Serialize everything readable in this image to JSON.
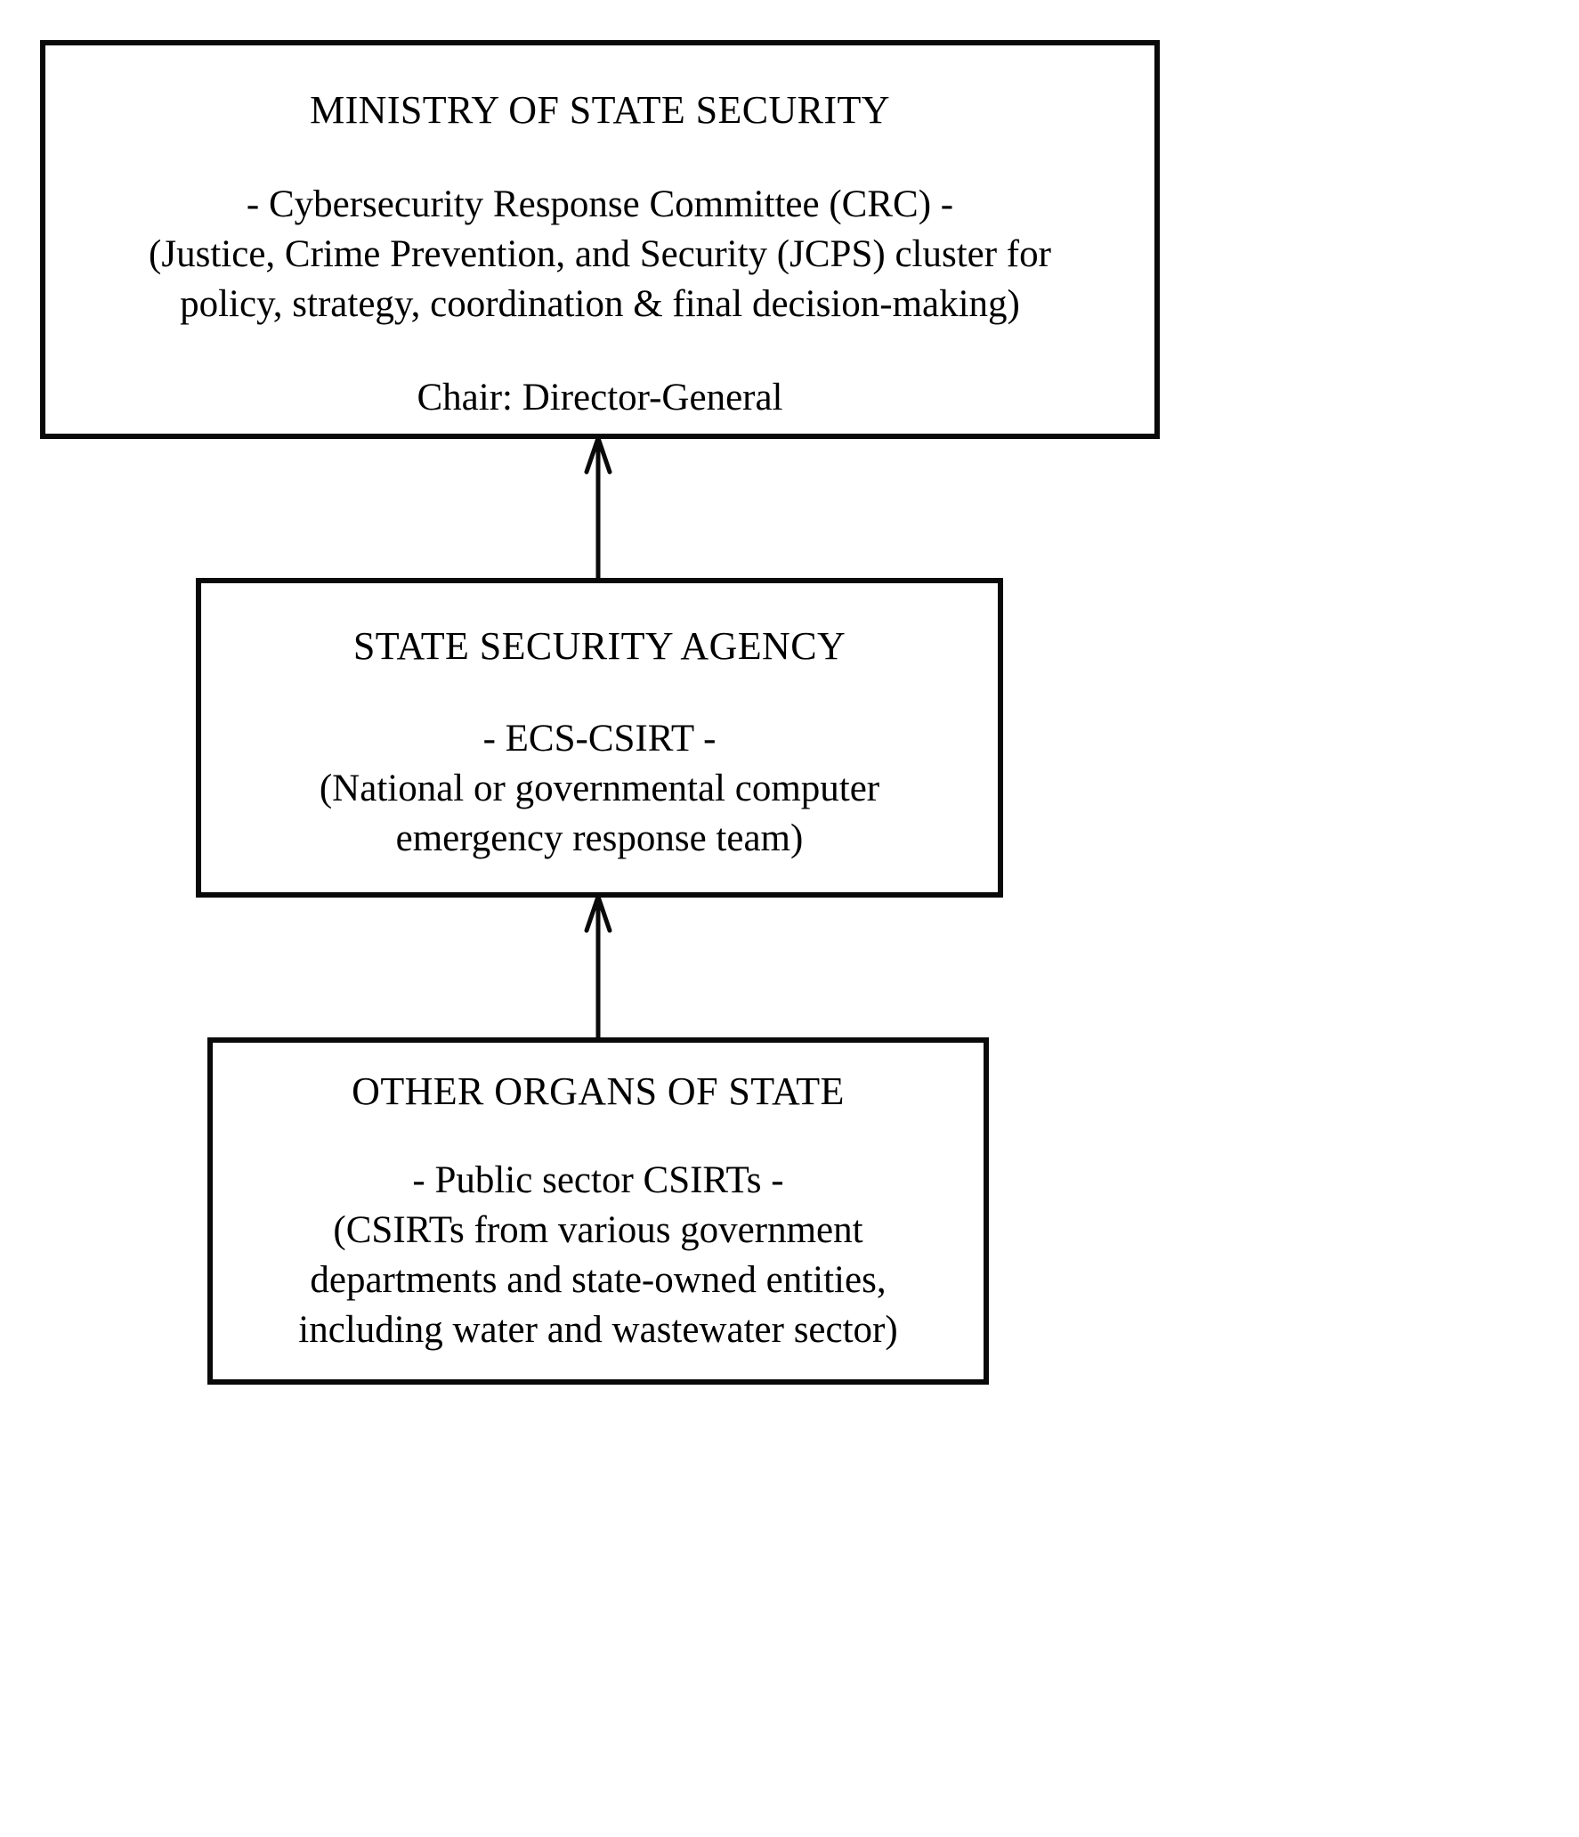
{
  "diagram": {
    "type": "hierarchy-flowchart",
    "orientation": "bottom-up",
    "background_color": "#ffffff",
    "line_color": "#0a0a0a",
    "text_color": "#000000",
    "nodes": [
      {
        "id": "ministry",
        "level": 1,
        "title": "MINISTRY OF STATE SECURITY",
        "body_lines": [
          "- Cybersecurity Response Committee (CRC) -",
          "(Justice, Crime Prevention, and Security (JCPS) cluster for",
          "policy, strategy, coordination & final decision-making)"
        ],
        "footer": "Chair: Director-General"
      },
      {
        "id": "agency",
        "level": 2,
        "title": "STATE SECURITY AGENCY",
        "body_lines": [
          "- ECS-CSIRT -",
          "(National or governmental computer",
          "emergency response team)"
        ],
        "footer": ""
      },
      {
        "id": "organs",
        "level": 3,
        "title": "OTHER ORGANS OF STATE",
        "body_lines": [
          "- Public sector CSIRTs -",
          "(CSIRTs from various government",
          "departments and state-owned entities,",
          "including water and wastewater sector)"
        ],
        "footer": ""
      }
    ],
    "connectors": [
      {
        "id": "agency-to-ministry",
        "from": "agency",
        "to": "ministry",
        "arrow": "up"
      },
      {
        "id": "organs-to-agency",
        "from": "organs",
        "to": "agency",
        "arrow": "up"
      }
    ]
  }
}
